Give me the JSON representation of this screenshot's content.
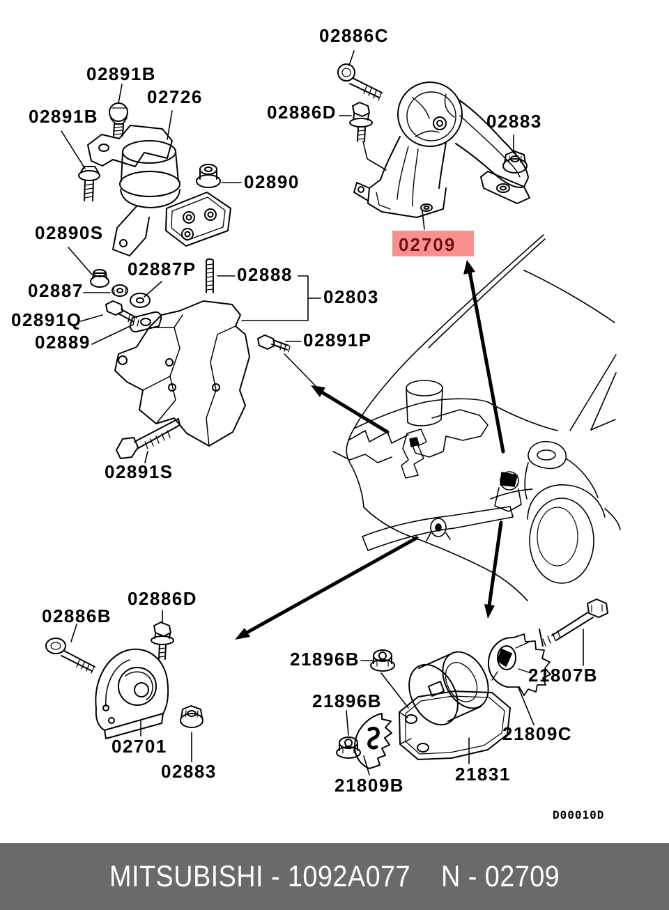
{
  "colors": {
    "background": "#ffffff",
    "line": "#000000",
    "highlight_bg": "#f98f8f",
    "highlight_text": "#6e1212",
    "footer_bg": "#6a6a6a",
    "footer_text": "#ffffff"
  },
  "diagram": {
    "part_labels": {
      "p02886c": "02886C",
      "p02891b_top": "02891B",
      "p02726": "02726",
      "p02886d_top": "02886D",
      "p02883_top": "02883",
      "p02891b_left": "02891B",
      "p02890": "02890",
      "p02890s": "02890S",
      "p02887p": "02887P",
      "p02888": "02888",
      "p02803": "02803",
      "p02887": "02887",
      "p02891q": "02891Q",
      "p02889": "02889",
      "p02891p": "02891P",
      "p02891s": "02891S",
      "p02886d_bottom": "02886D",
      "p02886b": "02886B",
      "p21896b_right": "21896B",
      "p21896b_left": "21896B",
      "p21807b": "21807B",
      "p21809c": "21809C",
      "p02701": "02701",
      "p02883_bottom": "02883",
      "p21831": "21831",
      "p21809b": "21809B"
    },
    "highlighted_part": "02709",
    "drawing_code": "D00010D"
  },
  "footer": {
    "left_text": "MITSUBISHI - 1092A077",
    "right_text": "N - 02709"
  }
}
